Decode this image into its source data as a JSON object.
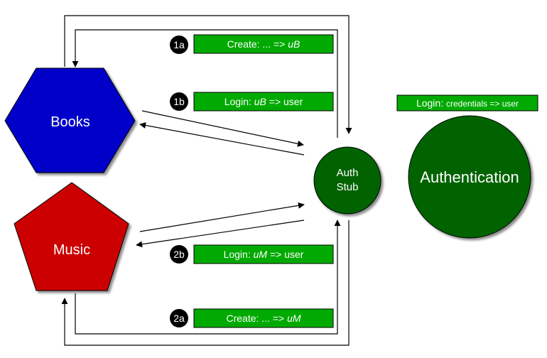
{
  "nodes": {
    "books": {
      "label": "Books",
      "color": "#0000c8"
    },
    "music": {
      "label": "Music",
      "color": "#cc0000"
    },
    "auth_stub": {
      "label_line1": "Auth",
      "label_line2": "Stub",
      "color": "#006400"
    },
    "authentication": {
      "label": "Authentication",
      "color": "#006400"
    }
  },
  "label_color": "#00aa00",
  "steps": {
    "s1a": {
      "badge": "1a",
      "prefix": "Create: ... => ",
      "italic": "uB",
      "suffix": ""
    },
    "s1b": {
      "badge": "1b",
      "prefix": "Login: ",
      "italic": "uB",
      "suffix": " => user"
    },
    "s2b": {
      "badge": "2b",
      "prefix": "Login: ",
      "italic": "uM",
      "suffix": " => user"
    },
    "s2a": {
      "badge": "2a",
      "prefix": "Create: ... => ",
      "italic": "uM",
      "suffix": ""
    }
  },
  "auth_label": {
    "prefix": "Login: ",
    "rest": "credentials => user"
  }
}
